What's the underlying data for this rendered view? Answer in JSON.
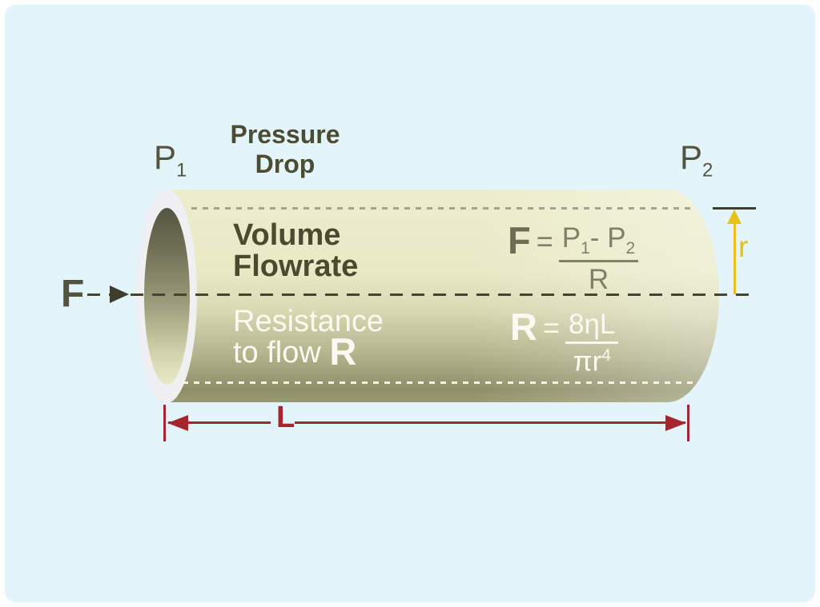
{
  "title": "Poiseuille flow through a pipe — pressure drop, flowrate and resistance diagram",
  "labels": {
    "pressure_drop_line1": "Pressure",
    "pressure_drop_line2": "Drop",
    "p1_base": "P",
    "p1_sub": "1",
    "p2_base": "P",
    "p2_sub": "2",
    "flow": "F",
    "volume_line1": "Volume",
    "volume_line2": "Flowrate",
    "resistance_line1": "Resistance",
    "resistance_line2": "to flow",
    "resistance_symbol": "R",
    "length": "L",
    "radius": "r"
  },
  "formulas": {
    "flowrate": {
      "lhs": "F",
      "equals": "=",
      "num_p1": "P",
      "num_p1_sub": "1",
      "num_minus": "- ",
      "num_p2": "P",
      "num_p2_sub": "2",
      "den": "R"
    },
    "resistance": {
      "lhs": "R",
      "equals": "=",
      "num": "8ηL",
      "den_base": "πr",
      "den_exp": "4"
    }
  },
  "colors": {
    "frame": "#FFFFFF",
    "background": "#E3F4FB",
    "pipe_light": "#EDEDCC",
    "pipe_dark": "#8E8E67",
    "pipe_interior_dark": "#565641",
    "pipe_rim": "#F0F0F2",
    "text_dark_olive": "#4C4C32",
    "text_white": "#FAFAF2",
    "formula_olive": "#80806A",
    "dimension_red": "#A6262E",
    "dimension_yellow": "#E7C217",
    "centerline_dark": "#44442F"
  }
}
